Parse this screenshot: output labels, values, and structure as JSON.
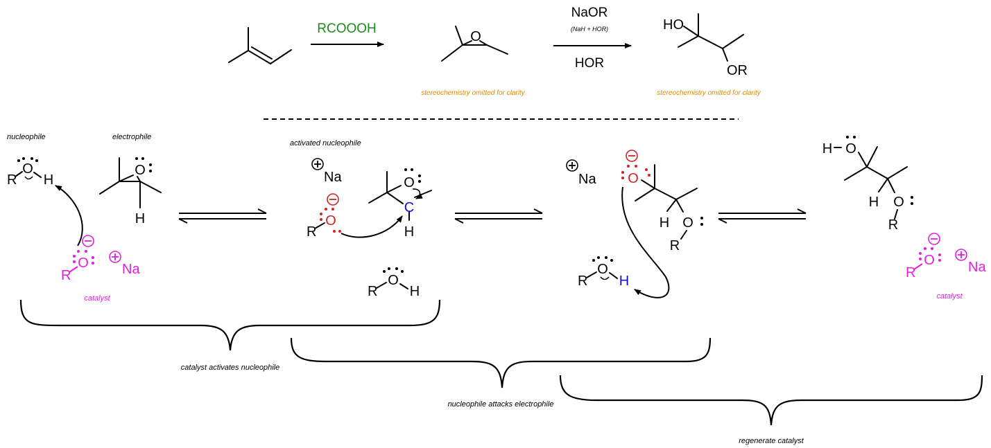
{
  "colors": {
    "black": "#000000",
    "green": "#1a8a1a",
    "orange": "#e08a00",
    "magenta": "#e01ee0",
    "red": "#d42020",
    "blue": "#1010cc"
  },
  "top": {
    "reagent1": "RCOOOH",
    "reagent2_main": "NaOR",
    "reagent2_sub": "(NaH + HOR)",
    "solvent": "HOR",
    "epoxide_O": "O",
    "prod_HO": "HO",
    "prod_OR": "OR",
    "stereo_note_1": "stereochemistry omitted for clarity",
    "stereo_note_2": "stereochemistry omitted for clarity"
  },
  "labels": {
    "nucleophile": "nucleophile",
    "electrophile": "electrophile",
    "activated_nucleophile": "activated nucleophile",
    "catalyst_1": "catalyst",
    "catalyst_2": "catalyst",
    "brace_1": "catalyst activates nucleophile",
    "brace_2": "nucleophile attacks electrophile",
    "brace_3": "regenerate catalyst"
  },
  "atoms": {
    "R": "R",
    "O": "O",
    "H": "H",
    "C": "C",
    "Na": "Na",
    "H_O": "H",
    "minus": "−",
    "plus": "+"
  }
}
